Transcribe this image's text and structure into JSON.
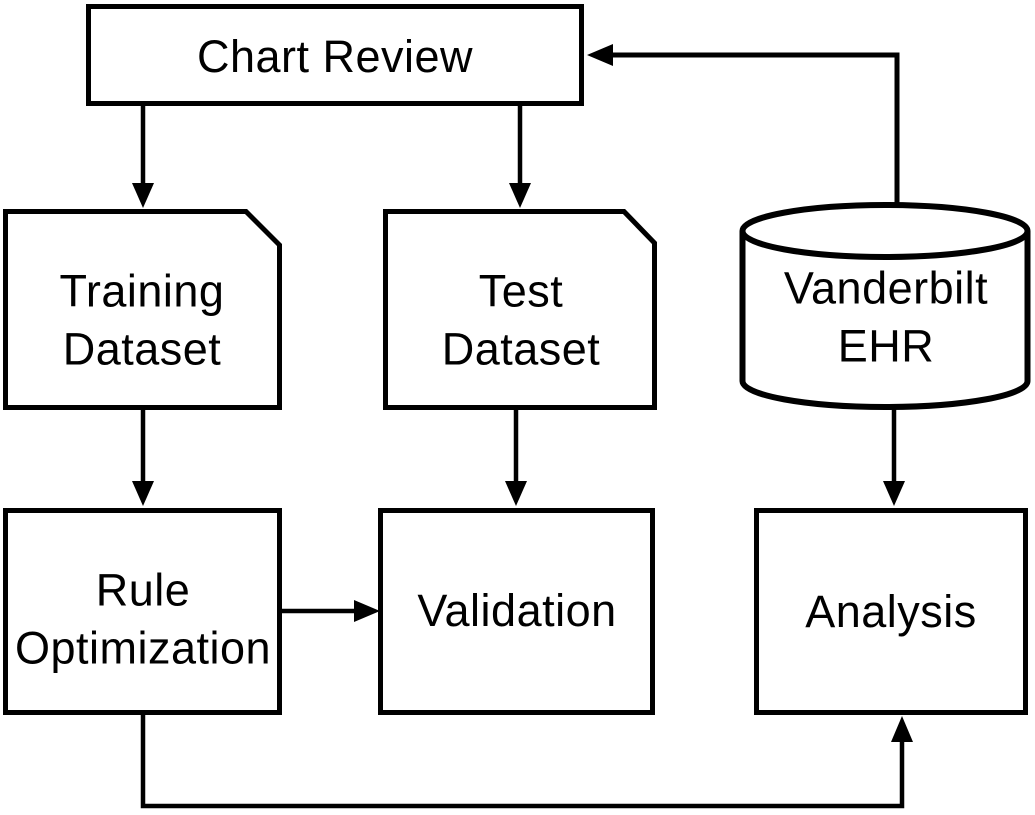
{
  "diagram": {
    "type": "flowchart",
    "nodes": {
      "chart_review": {
        "label": "Chart Review",
        "shape": "rectangle"
      },
      "training_dataset": {
        "label": "Training\nDataset",
        "shape": "card"
      },
      "test_dataset": {
        "label": "Test\nDataset",
        "shape": "card"
      },
      "vanderbilt_ehr": {
        "label": "Vanderbilt\nEHR",
        "shape": "database-cylinder"
      },
      "rule_optimization": {
        "label": "Rule\nOptimization",
        "shape": "rectangle"
      },
      "validation": {
        "label": "Validation",
        "shape": "rectangle"
      },
      "analysis": {
        "label": "Analysis",
        "shape": "rectangle"
      }
    },
    "edges": [
      {
        "from": "chart_review",
        "to": "training_dataset",
        "direction": "down"
      },
      {
        "from": "chart_review",
        "to": "test_dataset",
        "direction": "down"
      },
      {
        "from": "vanderbilt_ehr",
        "to": "chart_review",
        "direction": "up-then-left"
      },
      {
        "from": "training_dataset",
        "to": "rule_optimization",
        "direction": "down"
      },
      {
        "from": "test_dataset",
        "to": "validation",
        "direction": "down"
      },
      {
        "from": "vanderbilt_ehr",
        "to": "analysis",
        "direction": "down"
      },
      {
        "from": "rule_optimization",
        "to": "validation",
        "direction": "right"
      },
      {
        "from": "rule_optimization",
        "to": "analysis",
        "direction": "down-right-up"
      }
    ],
    "colors": {
      "stroke": "#000000",
      "node_fill": "#ffffff",
      "text": "#000000",
      "background": "#ffffff"
    }
  }
}
